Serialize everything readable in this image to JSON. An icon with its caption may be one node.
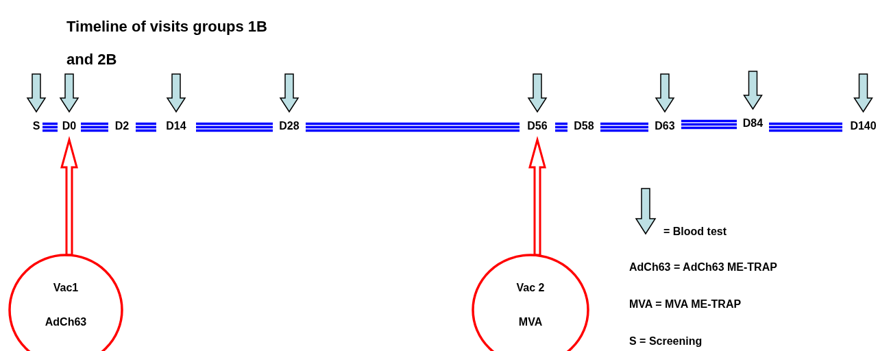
{
  "diagram": {
    "title": "Timeline of visits groups 1B and 2B",
    "nodes": [
      {
        "text": [
          "S"
        ]
      },
      {
        "text": [
          "D0"
        ]
      },
      {
        "text": [
          "D2"
        ]
      },
      {
        "text": [
          "D14"
        ]
      },
      {
        "text": [
          "D28"
        ]
      },
      {
        "text": [
          "D56"
        ]
      },
      {
        "text": [
          "D58"
        ]
      },
      {
        "text": [
          "D63"
        ]
      },
      {
        "text": [
          "D84"
        ]
      },
      {
        "text": [
          "D140"
        ]
      },
      {
        "text": [
          "Vac1",
          "AdCh63"
        ]
      },
      {
        "text": [
          "Vac 2",
          "MVA"
        ]
      }
    ],
    "edges": [
      {
        "from": 0,
        "to": 1,
        "arrow": "none"
      },
      {
        "from": 1,
        "to": 2,
        "arrow": "none"
      },
      {
        "from": 2,
        "to": 3,
        "arrow": "none"
      },
      {
        "from": 3,
        "to": 4,
        "arrow": "none"
      },
      {
        "from": 4,
        "to": 5,
        "arrow": "none"
      },
      {
        "from": 5,
        "to": 6,
        "arrow": "none"
      },
      {
        "from": 6,
        "to": 7,
        "arrow": "none"
      },
      {
        "from": 7,
        "to": 8,
        "arrow": "none"
      },
      {
        "from": 8,
        "to": 9,
        "arrow": "none"
      },
      {
        "from": null,
        "to": 0,
        "arrow": "to",
        "color": "#bde0e4"
      },
      {
        "from": null,
        "to": 1,
        "arrow": "to",
        "color": "#bde0e4"
      },
      {
        "from": null,
        "to": 3,
        "arrow": "to",
        "color": "#bde0e4"
      },
      {
        "from": null,
        "to": 4,
        "arrow": "to",
        "color": "#bde0e4"
      },
      {
        "from": null,
        "to": 5,
        "arrow": "to",
        "color": "#bde0e4"
      },
      {
        "from": null,
        "to": 7,
        "arrow": "to",
        "color": "#bde0e4"
      },
      {
        "from": null,
        "to": 8,
        "arrow": "to",
        "color": "#bde0e4"
      },
      {
        "from": null,
        "to": 9,
        "arrow": "to",
        "color": "#bde0e4"
      },
      {
        "from": 10,
        "to": 1,
        "arrow": "to",
        "color": "#ff0000"
      },
      {
        "from": 11,
        "to": 5,
        "arrow": "to",
        "color": "#ff0000"
      }
    ],
    "labels": [
      "AdCh63 = AdCh63 ME-TRAP",
      "MVA = MVA ME-TRAP",
      "S = Screening"
    ],
    "legend": [
      {
        "text": "= Blood test"
      }
    ]
  }
}
